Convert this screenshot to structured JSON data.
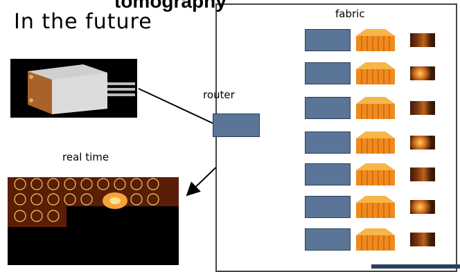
{
  "title_top": "tomography",
  "title_main": "In the future",
  "labels": {
    "router": "router",
    "fabric": "fabric",
    "real_time": "real time"
  },
  "fabric_rows": 7,
  "colors": {
    "node_fill": "#5a7598",
    "orange": "#f08a1c",
    "arrow": "#000000"
  }
}
